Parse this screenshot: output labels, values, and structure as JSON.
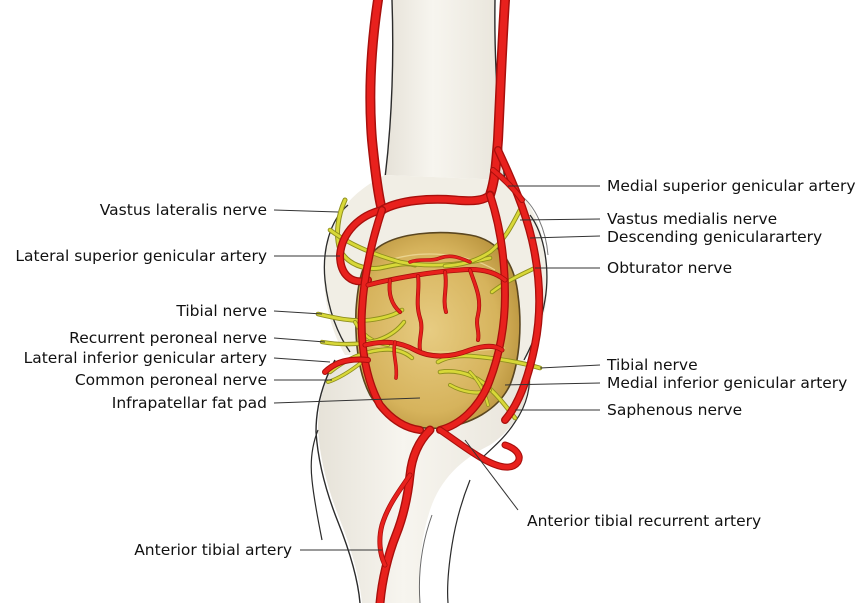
{
  "labels_left": [
    {
      "id": "vastus-lateralis-nerve",
      "text": "Vastus lateralis nerve"
    },
    {
      "id": "lateral-superior-genicular-artery",
      "text": "Lateral superior genicular artery"
    },
    {
      "id": "tibial-nerve-left",
      "text": "Tibial nerve"
    },
    {
      "id": "recurrent-peroneal-nerve",
      "text": "Recurrent peroneal nerve"
    },
    {
      "id": "lateral-inferior-genicular-artery",
      "text": "Lateral inferior genicular artery"
    },
    {
      "id": "common-peroneal-nerve",
      "text": "Common peroneal nerve"
    },
    {
      "id": "infrapatellar-fat-pad",
      "text": "Infrapatellar fat pad"
    },
    {
      "id": "anterior-tibial-artery",
      "text": "Anterior tibial artery"
    }
  ],
  "labels_right": [
    {
      "id": "medial-superior-genicular-artery",
      "text": "Medial superior genicular artery"
    },
    {
      "id": "vastus-medialis-nerve",
      "text": "Vastus medialis nerve"
    },
    {
      "id": "descending-genicular-artery",
      "text": "Descending genicularartery"
    },
    {
      "id": "obturator-nerve",
      "text": "Obturator nerve"
    },
    {
      "id": "tibial-nerve-right",
      "text": "Tibial nerve"
    },
    {
      "id": "medial-inferior-genicular-artery",
      "text": "Medial inferior genicular artery"
    },
    {
      "id": "saphenous-nerve",
      "text": "Saphenous nerve"
    },
    {
      "id": "anterior-tibial-recurrent-artery",
      "text": "Anterior tibial recurrent artery"
    }
  ],
  "colors": {
    "artery": "#e8211d",
    "artery_dark": "#a80f0c",
    "nerve": "#d8d838",
    "nerve_dark": "#8f8f1e",
    "fat_pad": "#d9b865",
    "bone": "#f2efe6",
    "outline": "#2b2b2b",
    "leader": "#333333"
  }
}
